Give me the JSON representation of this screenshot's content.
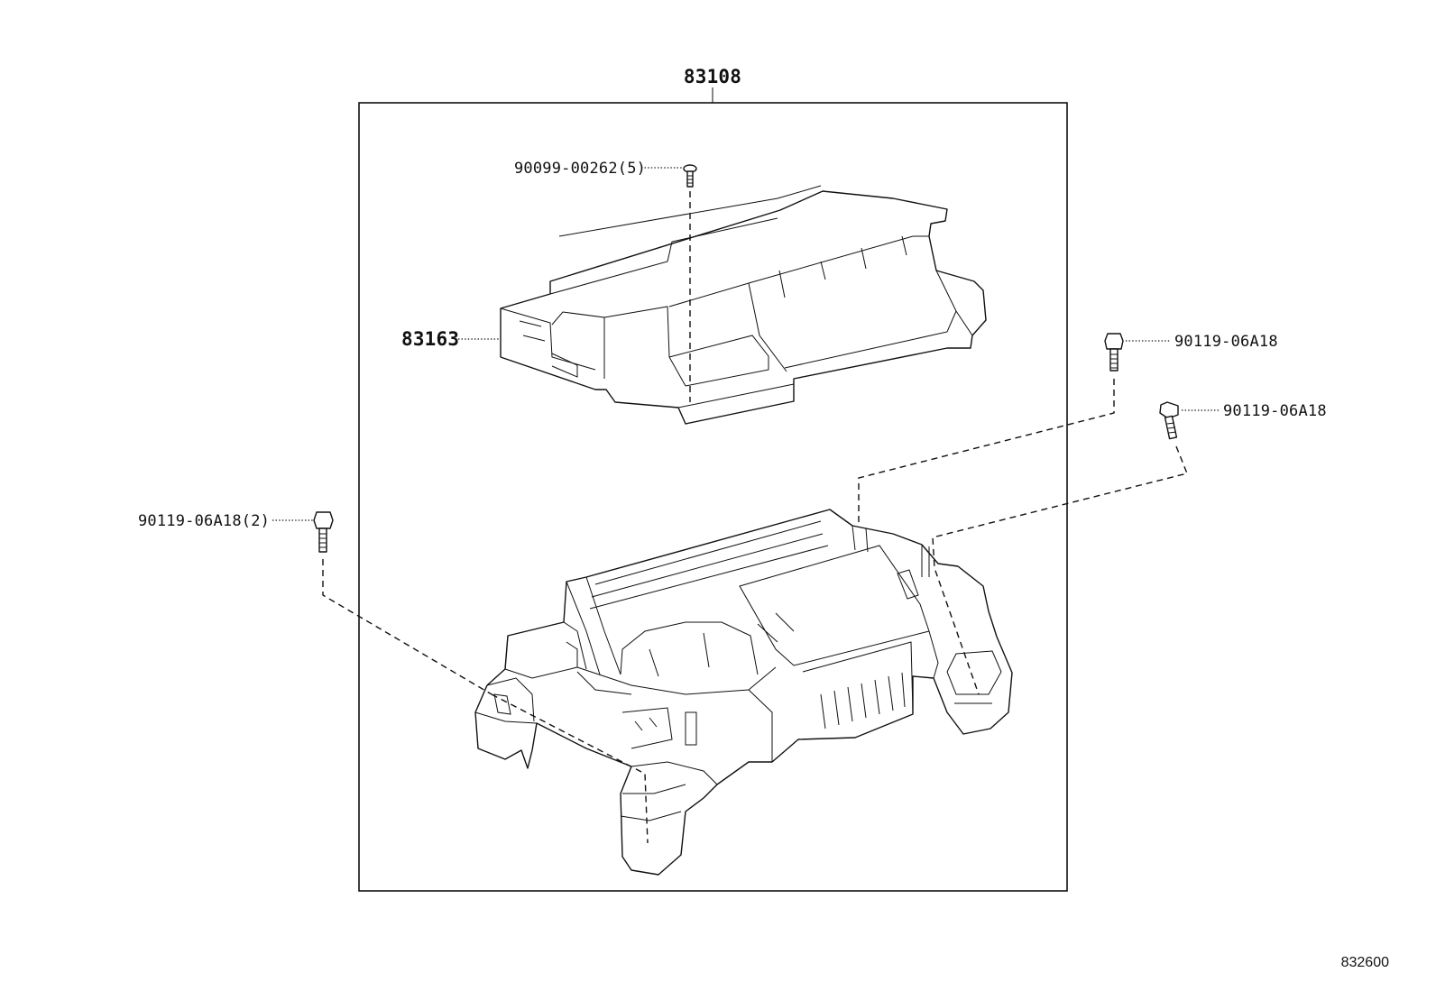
{
  "diagram": {
    "assembly_label": "83108",
    "parts": {
      "screw_top": "90099-00262(5)",
      "cover": "83163",
      "bolt_right_1": "90119-06A18",
      "bolt_right_2": "90119-06A18",
      "bolt_left": "90119-06A18(2)"
    },
    "figure_code": "832600"
  }
}
